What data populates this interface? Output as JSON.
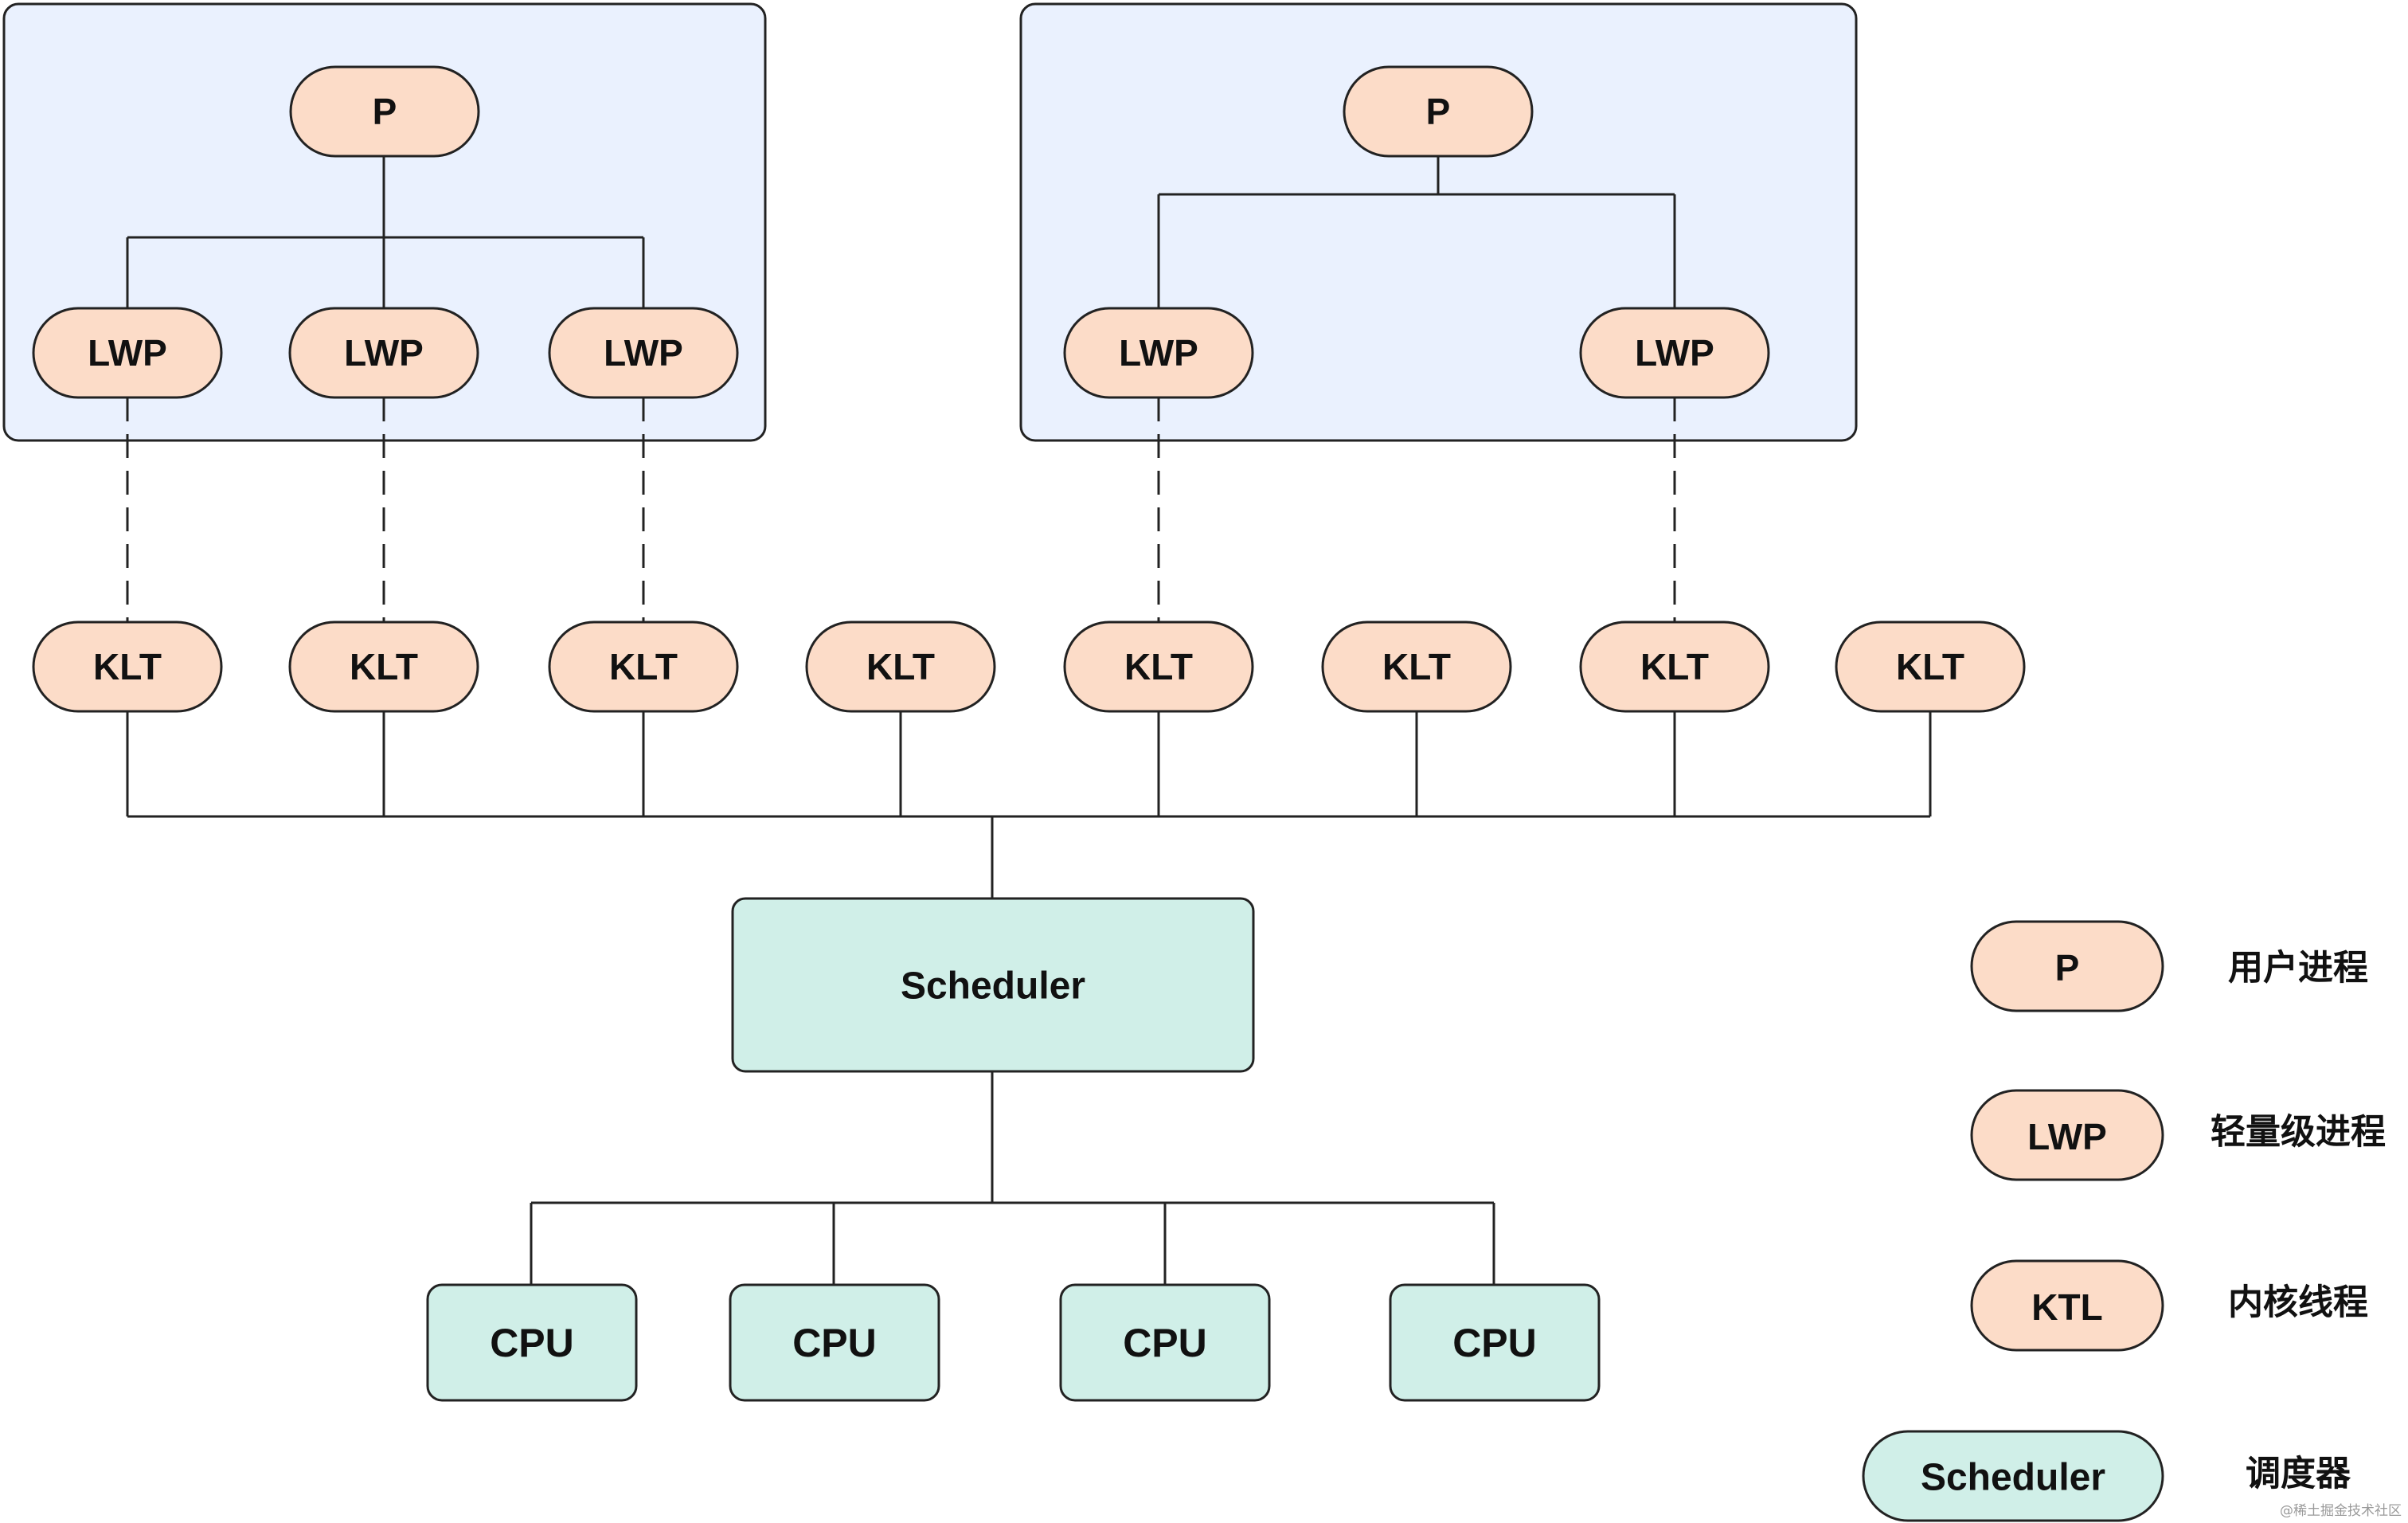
{
  "colors": {
    "process_box_fill": "#eaf1fe",
    "pill_fill": "#fcdcc8",
    "scheduler_fill": "#d0efe8",
    "stroke": "#222222"
  },
  "processes": [
    {
      "label": "P",
      "lwps": [
        "LWP",
        "LWP",
        "LWP"
      ]
    },
    {
      "label": "P",
      "lwps": [
        "LWP",
        "LWP"
      ]
    }
  ],
  "klts": [
    "KLT",
    "KLT",
    "KLT",
    "KLT",
    "KLT",
    "KLT",
    "KLT",
    "KLT"
  ],
  "scheduler": {
    "label": "Scheduler"
  },
  "cpus": [
    "CPU",
    "CPU",
    "CPU",
    "CPU"
  ],
  "legend": [
    {
      "symbol": "P",
      "text": "用户进程"
    },
    {
      "symbol": "LWP",
      "text": "轻量级进程"
    },
    {
      "symbol": "KTL",
      "text": "内核线程"
    },
    {
      "symbol": "Scheduler",
      "text": "调度器"
    }
  ],
  "watermark": "@稀土掘金技术社区"
}
